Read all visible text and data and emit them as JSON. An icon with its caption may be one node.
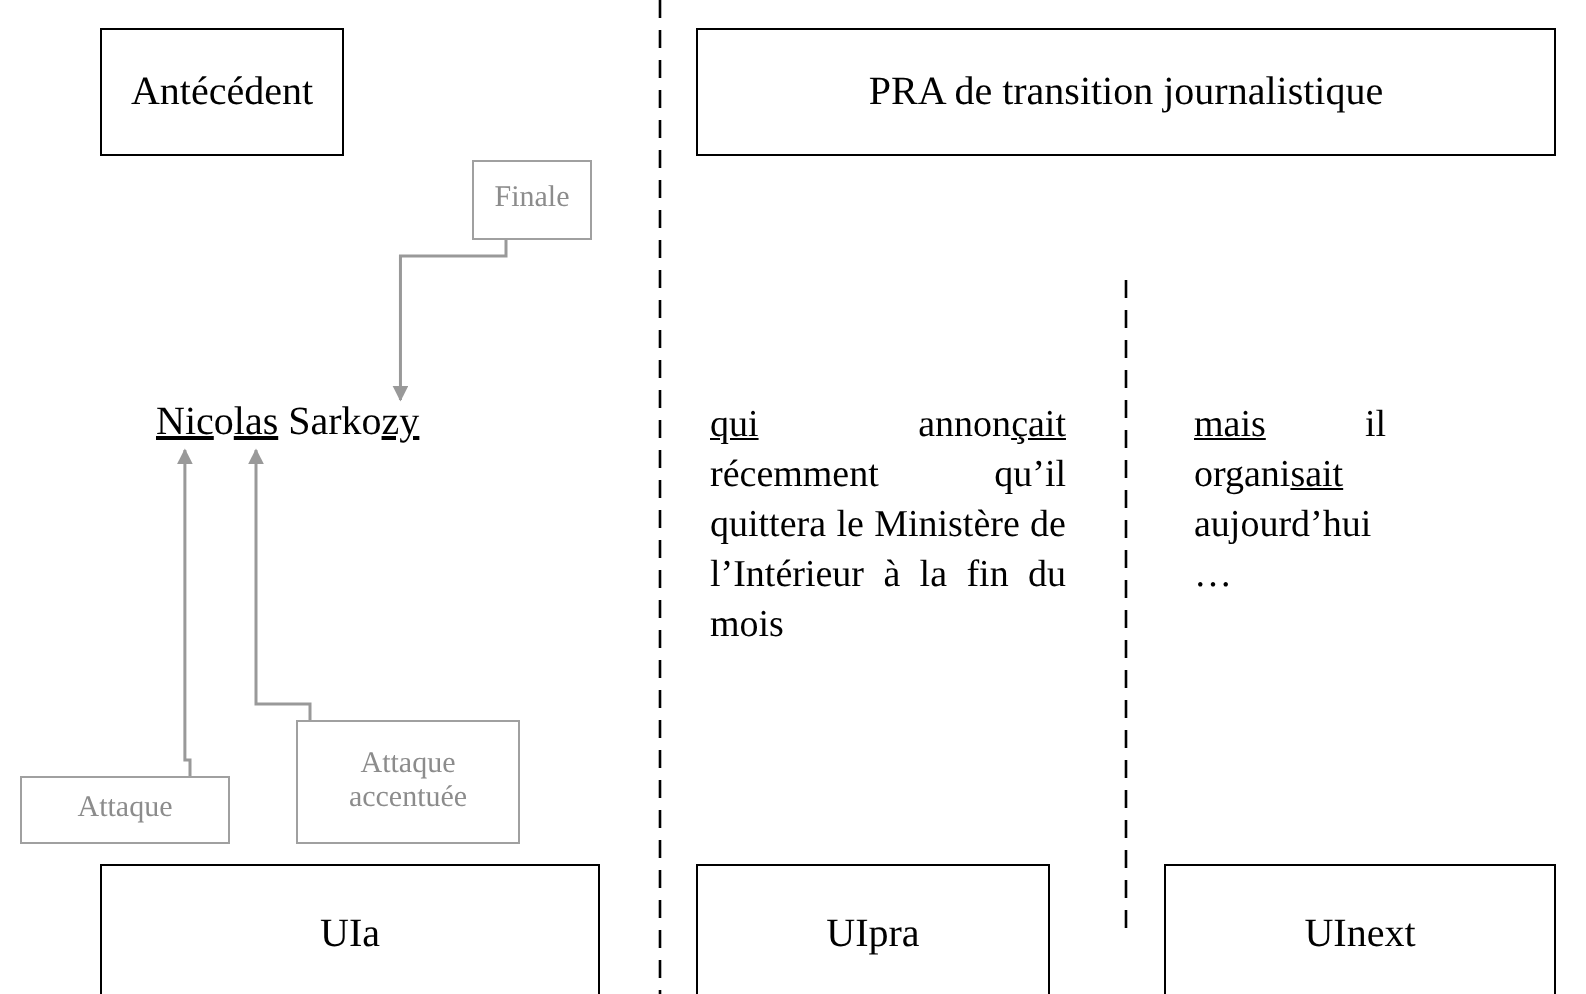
{
  "diagram": {
    "nodes": [
      {
        "text": [
          "Antécédent"
        ]
      },
      {
        "text": [
          "PRA de transition journalistique"
        ]
      },
      {
        "text": [
          "Finale"
        ]
      },
      {
        "text": [
          "Nicolas Sarkozy"
        ]
      },
      {
        "text": [
          "Attaque"
        ]
      },
      {
        "text": [
          "Attaque accentuée"
        ]
      },
      {
        "text": [
          "UIa"
        ]
      },
      {
        "text": [
          "UIpra"
        ]
      },
      {
        "text": [
          "UInext"
        ]
      }
    ],
    "edges": [
      {
        "from": 2,
        "to": 3,
        "arrow": "to"
      },
      {
        "from": 4,
        "to": 3,
        "arrow": "to"
      },
      {
        "from": 5,
        "to": 3,
        "arrow": "to"
      }
    ],
    "labels": [
      "qui annonçait récemment qu’il quittera le Ministère de l’Intérieur à la fin du mois",
      "mais il organisait aujourd’hui …"
    ]
  }
}
